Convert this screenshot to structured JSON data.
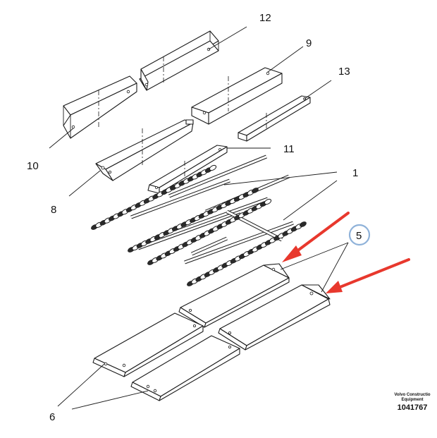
{
  "callouts": [
    "12",
    "9",
    "13",
    "10",
    "11",
    "1",
    "8",
    "5",
    "6"
  ],
  "brand": {
    "line1": "Volvo Constructio",
    "line2": "Equipment",
    "number": "1041767"
  },
  "colors": {
    "arrow": "#e8382d",
    "highlight_circle": "#8fb2d9",
    "line": "#1a1a1a"
  }
}
